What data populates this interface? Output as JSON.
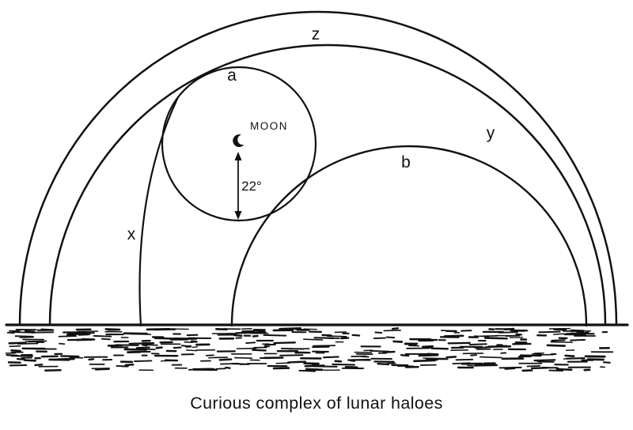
{
  "figure": {
    "caption": "Curious complex of lunar haloes",
    "moon_label": "MOON",
    "angle_label": "22°",
    "arc_labels": {
      "z": "z",
      "y": "y",
      "b": "b",
      "a": "a",
      "x": "x"
    },
    "colors": {
      "ink": "#111111",
      "paper": "#ffffff"
    }
  }
}
